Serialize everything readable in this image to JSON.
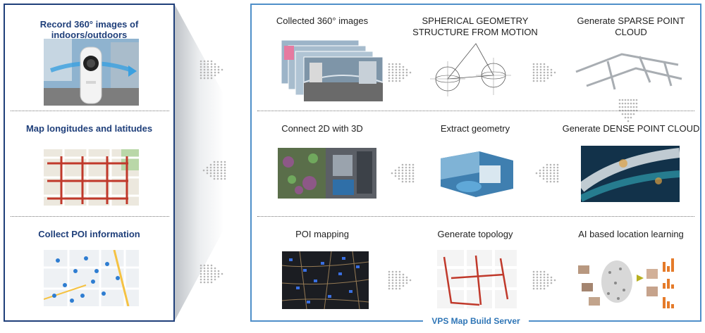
{
  "left": {
    "items": [
      {
        "title": "Record 360° images of indoors/outdoors"
      },
      {
        "title": "Map longitudes and latitudes"
      },
      {
        "title": "Collect POI information"
      }
    ]
  },
  "server": {
    "label": "VPS Map Build Server",
    "rows": [
      [
        "Collected 360° images",
        "SPHERICAL GEOMETRY\nSTRUCTURE FROM MOTION",
        "Generate SPARSE POINT CLOUD"
      ],
      [
        "Connect 2D with 3D",
        "Extract geometry",
        "Generate DENSE POINT CLOUD"
      ],
      [
        "POI mapping",
        "Generate topology",
        "AI based location learning"
      ]
    ]
  },
  "colors": {
    "left_border": "#1f3f7a",
    "right_border": "#4f8fc9",
    "server_label": "#2e75b6",
    "route_red": "#c0392b"
  }
}
